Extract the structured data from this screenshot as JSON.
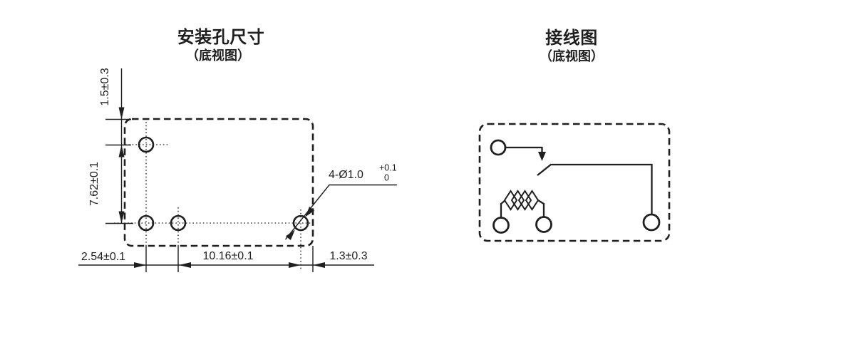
{
  "page": {
    "background": "#ffffff",
    "ink": "#1f1f1f"
  },
  "mounting_figure": {
    "title": "安装孔尺寸",
    "subtitle": "（底视图）",
    "dim_top_offset": "1.5±0.3",
    "dim_row_pitch": "7.62±0.1",
    "dim_left_pitch": "2.54±0.1",
    "dim_bottom_pitch": "10.16±0.1",
    "dim_right_offset": "1.3±0.3",
    "hole_callout": "4-Ø1.0",
    "hole_tolerance_upper": "+0.1",
    "hole_tolerance_lower": "0"
  },
  "wiring_figure": {
    "title": "接线图",
    "subtitle": "（底视图）"
  }
}
